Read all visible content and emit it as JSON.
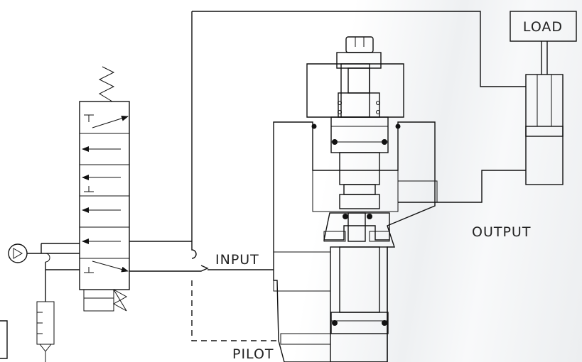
{
  "labels": {
    "load": "LOAD",
    "output": "OUTPUT",
    "input": "INPUT",
    "pilot": "PILOT"
  },
  "colors": {
    "line": "#111111",
    "background": "#ffffff",
    "shade": "#eceef0"
  }
}
